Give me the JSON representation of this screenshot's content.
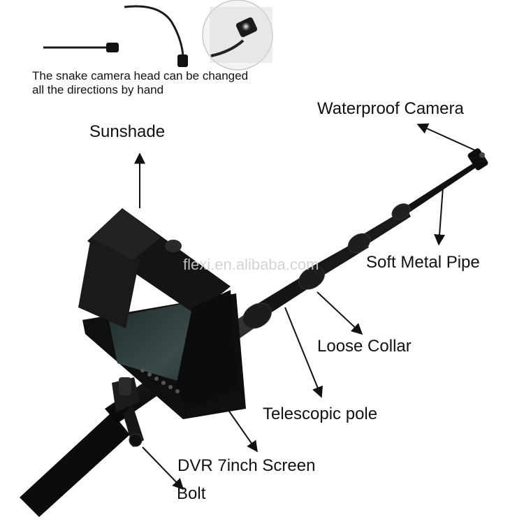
{
  "caption": {
    "line1": "The snake camera head can be changed",
    "line2": "all the directions by hand"
  },
  "watermark": "flexi.en.alibaba.com",
  "labels": {
    "waterproof_camera": "Waterproof Camera",
    "sunshade": "Sunshade",
    "soft_metal_pipe": "Soft Metal Pipe",
    "loose_collar": "Loose Collar",
    "telescopic_pole": "Telescopic pole",
    "dvr_screen": "DVR 7inch Screen",
    "bolt": "Bolt"
  }
}
